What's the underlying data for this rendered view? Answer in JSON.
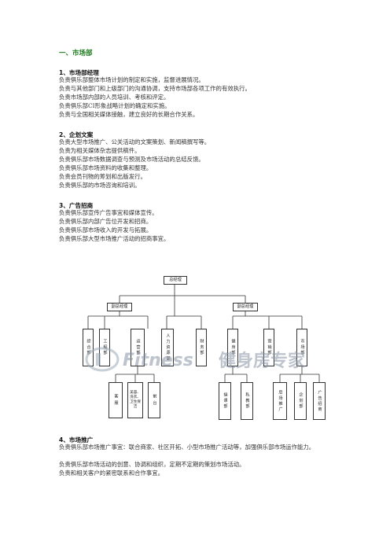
{
  "title": "一、市场部",
  "sections": [
    {
      "heading": "1、市场部经理",
      "lines": [
        "负责俱乐部整体市场计划的制定和实施，监督进展情况。",
        "负责与其他部门和上级部门的沟通协调，支持市场部各项工作的有效执行。",
        "负责市场部内部的人员培训、考核和评定。",
        "负责俱乐部CI形象战略计划的确定和实施。",
        "负责与全国相关媒体接触，建立良好的长期合作关系。"
      ]
    },
    {
      "heading": "2、企划文案",
      "lines": [
        "负责大型市场推广、公关活动的文案策划、新闻稿撰写等。",
        "负责为相关媒体杂志提供稿件。",
        "负责俱乐部市场数据调查与预测及市场活动的总结反馈。",
        "负责俱乐部市场资料的收集和整理。",
        "负责会员刊物的筹划和出版发行。",
        "负责俱乐部的市场咨询和培训。"
      ]
    },
    {
      "heading": "3、广告招商",
      "lines": [
        "负责俱乐部宣传广告事宜和媒体宣传。",
        "负责俱乐部内部广告位开发和招商。",
        "负责俱乐部市场收入的开发与拓展。",
        "负责俱乐部大型市场推广活动的招商事宜。"
      ]
    },
    {
      "heading": "4、市场推广",
      "lines": [
        "负责俱乐部市场推广事宜：联合商家、社区开拓、小型市场推广活动等，加强俱乐部市场运作能力。",
        "负责俱乐部市场活动的创意、协调和组织，定期不定期的策划市场活动。",
        "负责和相关客户的紧密联系和合作事宜。"
      ]
    }
  ],
  "org_chart": {
    "top": "总经理",
    "deputy_left": "副总经理",
    "deputy_right": "副总经理",
    "depts": [
      "综合部",
      "工程部",
      "运营部",
      "人力资源部",
      "财务部",
      "健身部",
      "营销部",
      "市场部"
    ],
    "sub_ops": [
      "客服",
      "美容、洗衣、卫生保洁",
      "前台"
    ],
    "sub_fitness": [
      "操课部",
      "私教部"
    ],
    "sub_market": [
      "后场推广",
      "企划部",
      "广告招商"
    ]
  },
  "watermark": {
    "text": "健身房专家",
    "brand": "Fitness"
  }
}
